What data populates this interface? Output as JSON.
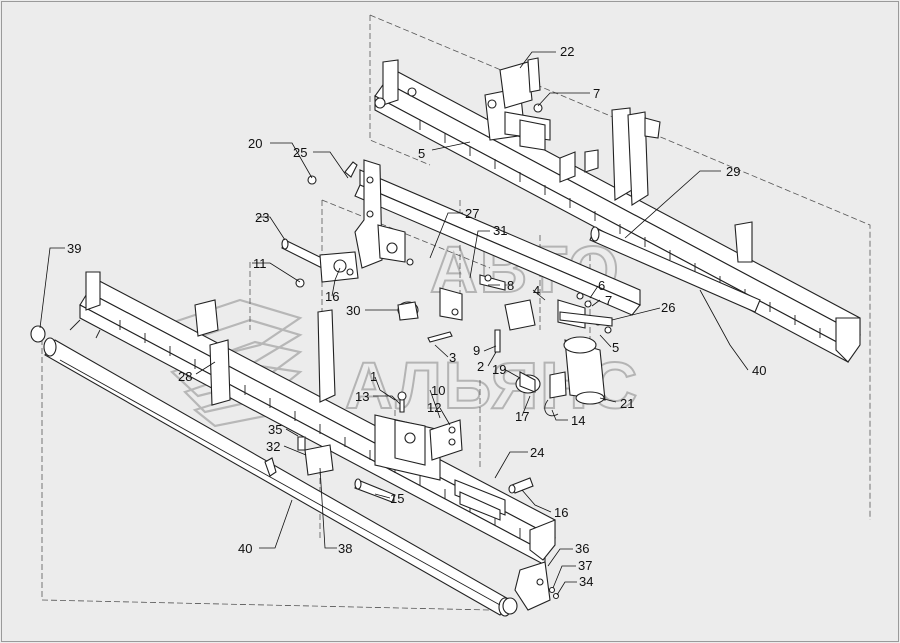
{
  "watermark": {
    "line1": "АВТО",
    "line2": "АЛЬЯНС"
  },
  "callouts": [
    {
      "id": "c22",
      "text": "22"
    },
    {
      "id": "c7a",
      "text": "7"
    },
    {
      "id": "c5a",
      "text": "5"
    },
    {
      "id": "c29",
      "text": "29"
    },
    {
      "id": "c20",
      "text": "20"
    },
    {
      "id": "c25",
      "text": "25"
    },
    {
      "id": "c27",
      "text": "27"
    },
    {
      "id": "c31",
      "text": "31"
    },
    {
      "id": "c23",
      "text": "23"
    },
    {
      "id": "c39",
      "text": "39"
    },
    {
      "id": "c11",
      "text": "11"
    },
    {
      "id": "c16a",
      "text": "16"
    },
    {
      "id": "c8",
      "text": "8"
    },
    {
      "id": "c4",
      "text": "4"
    },
    {
      "id": "c6",
      "text": "6"
    },
    {
      "id": "c7b",
      "text": "7"
    },
    {
      "id": "c26",
      "text": "26"
    },
    {
      "id": "c30",
      "text": "30"
    },
    {
      "id": "c9",
      "text": "9"
    },
    {
      "id": "c3",
      "text": "3"
    },
    {
      "id": "c2",
      "text": "2"
    },
    {
      "id": "c5b",
      "text": "5"
    },
    {
      "id": "c40a",
      "text": "40"
    },
    {
      "id": "c28",
      "text": "28"
    },
    {
      "id": "c1",
      "text": "1"
    },
    {
      "id": "c19",
      "text": "19"
    },
    {
      "id": "c10",
      "text": "10"
    },
    {
      "id": "c13",
      "text": "13"
    },
    {
      "id": "c12",
      "text": "12"
    },
    {
      "id": "c21",
      "text": "21"
    },
    {
      "id": "c17",
      "text": "17"
    },
    {
      "id": "c14",
      "text": "14"
    },
    {
      "id": "c35",
      "text": "35"
    },
    {
      "id": "c32",
      "text": "32"
    },
    {
      "id": "c24",
      "text": "24"
    },
    {
      "id": "c15",
      "text": "15"
    },
    {
      "id": "c16b",
      "text": "16"
    },
    {
      "id": "c40b",
      "text": "40"
    },
    {
      "id": "c38",
      "text": "38"
    },
    {
      "id": "c36",
      "text": "36"
    },
    {
      "id": "c37",
      "text": "37"
    },
    {
      "id": "c34",
      "text": "34"
    }
  ]
}
